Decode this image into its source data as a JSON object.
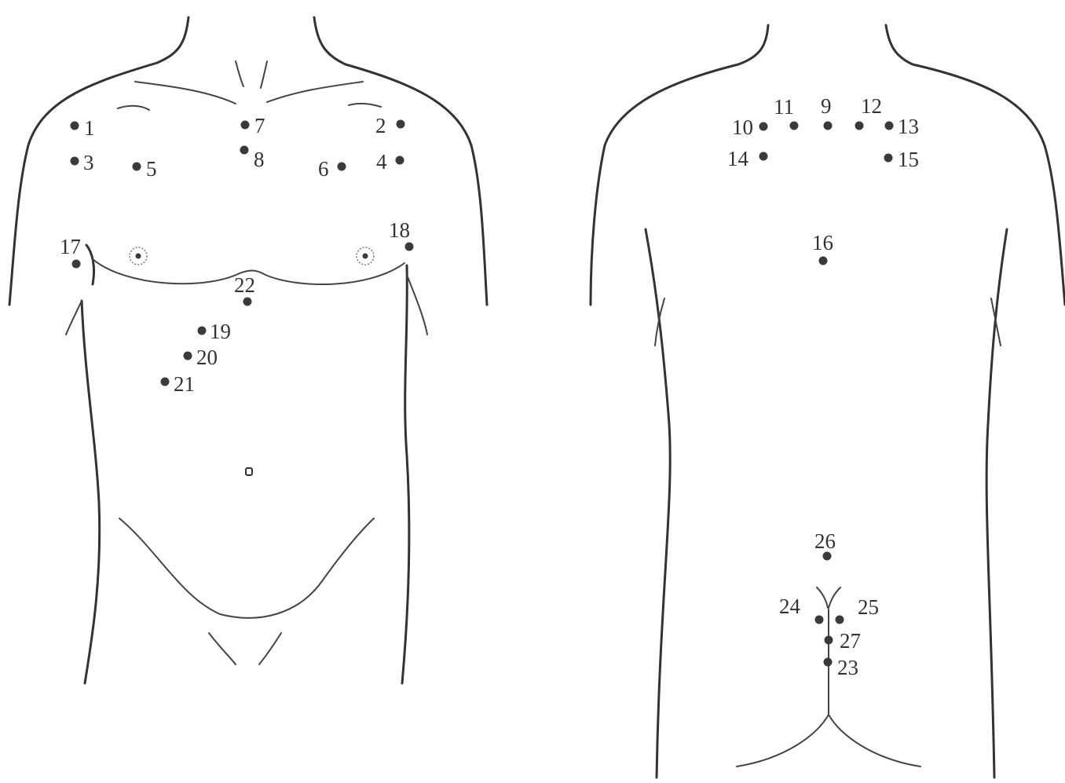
{
  "figure": {
    "views": [
      {
        "name": "front",
        "points": [
          {
            "label": "1"
          },
          {
            "label": "2"
          },
          {
            "label": "3"
          },
          {
            "label": "4"
          },
          {
            "label": "5"
          },
          {
            "label": "6"
          },
          {
            "label": "7"
          },
          {
            "label": "8"
          },
          {
            "label": "17"
          },
          {
            "label": "18"
          },
          {
            "label": "19"
          },
          {
            "label": "20"
          },
          {
            "label": "21"
          },
          {
            "label": "22"
          }
        ]
      },
      {
        "name": "back",
        "points": [
          {
            "label": "9"
          },
          {
            "label": "10"
          },
          {
            "label": "11"
          },
          {
            "label": "12"
          },
          {
            "label": "13"
          },
          {
            "label": "14"
          },
          {
            "label": "15"
          },
          {
            "label": "16"
          },
          {
            "label": "23"
          },
          {
            "label": "24"
          },
          {
            "label": "25"
          },
          {
            "label": "26"
          },
          {
            "label": "27"
          }
        ]
      }
    ]
  }
}
